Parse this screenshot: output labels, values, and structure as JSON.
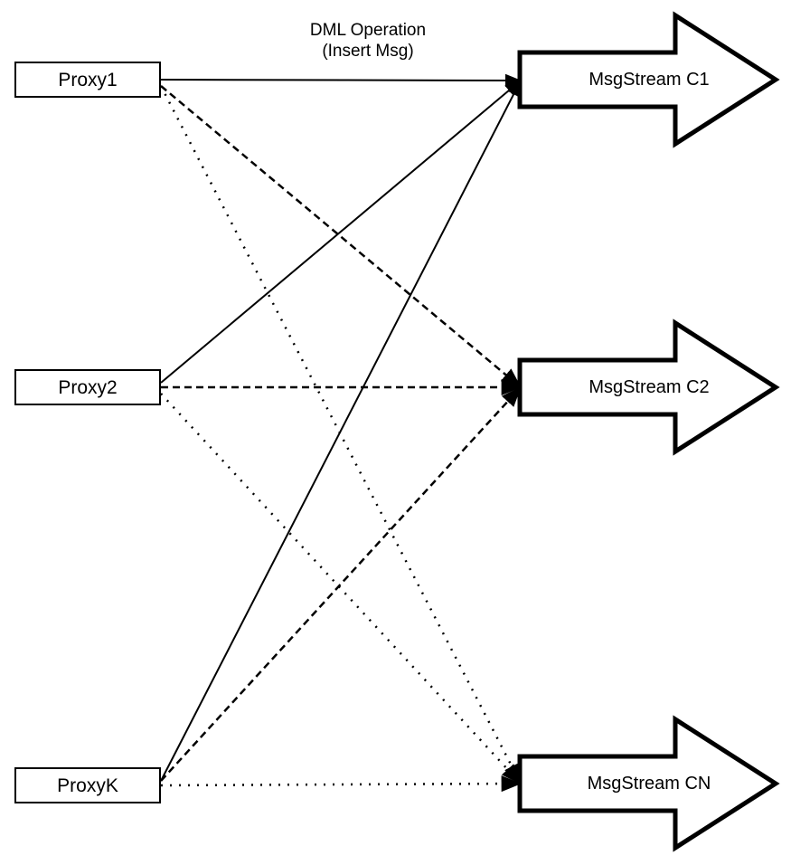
{
  "annotation": {
    "line1": "DML Operation",
    "line2": "(Insert Msg)"
  },
  "proxies": [
    {
      "id": "proxy1",
      "label": "Proxy1"
    },
    {
      "id": "proxy2",
      "label": "Proxy2"
    },
    {
      "id": "proxyk",
      "label": "ProxyK"
    }
  ],
  "streams": [
    {
      "id": "c1",
      "label": "MsgStream C1",
      "incoming_line_style": "solid"
    },
    {
      "id": "c2",
      "label": "MsgStream C2",
      "incoming_line_style": "dashed"
    },
    {
      "id": "cn",
      "label": "MsgStream CN",
      "incoming_line_style": "dotted"
    }
  ],
  "edges": [
    {
      "from": "Proxy1",
      "to": "MsgStream C1",
      "style": "solid"
    },
    {
      "from": "Proxy1",
      "to": "MsgStream C2",
      "style": "dashed"
    },
    {
      "from": "Proxy1",
      "to": "MsgStream CN",
      "style": "dotted"
    },
    {
      "from": "Proxy2",
      "to": "MsgStream C1",
      "style": "solid"
    },
    {
      "from": "Proxy2",
      "to": "MsgStream C2",
      "style": "dashed"
    },
    {
      "from": "Proxy2",
      "to": "MsgStream CN",
      "style": "dotted"
    },
    {
      "from": "ProxyK",
      "to": "MsgStream C1",
      "style": "solid"
    },
    {
      "from": "ProxyK",
      "to": "MsgStream C2",
      "style": "dashed"
    },
    {
      "from": "ProxyK",
      "to": "MsgStream CN",
      "style": "dotted"
    }
  ],
  "colors": {
    "stroke": "#000000",
    "background": "#ffffff"
  }
}
